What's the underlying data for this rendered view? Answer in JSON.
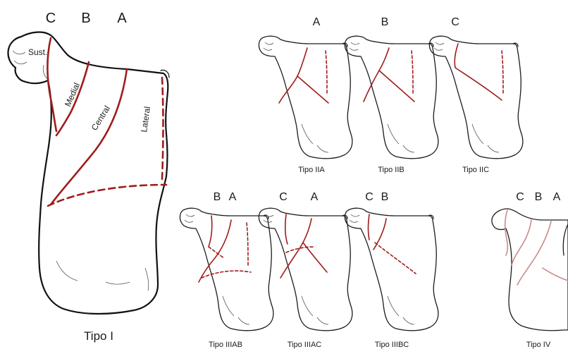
{
  "colors": {
    "fracture": "#a01c1c",
    "outline": "#1c1c1c",
    "background": "#ffffff",
    "comminuted": "#c98a8a"
  },
  "tipo1": {
    "letters": [
      "C",
      "B",
      "A"
    ],
    "zones": {
      "sust": "Sust.",
      "medial": "Medial",
      "central": "Central",
      "lateral": "Lateral"
    },
    "caption": "Tipo I"
  },
  "tipo2": [
    {
      "letter": "A",
      "caption": "Tipo IIA"
    },
    {
      "letter": "B",
      "caption": "Tipo IIB"
    },
    {
      "letter": "C",
      "caption": "Tipo IIC"
    }
  ],
  "tipo3": [
    {
      "letters": [
        "B",
        "A"
      ],
      "caption": "Tipo IIIAB"
    },
    {
      "letters": [
        "C",
        "A"
      ],
      "caption": "Tipo IIIAC"
    },
    {
      "letters": [
        "C",
        "B"
      ],
      "caption": "Tipo IIIBC"
    }
  ],
  "tipo4": {
    "letters": [
      "C",
      "B",
      "A"
    ],
    "caption": "Tipo IV"
  }
}
